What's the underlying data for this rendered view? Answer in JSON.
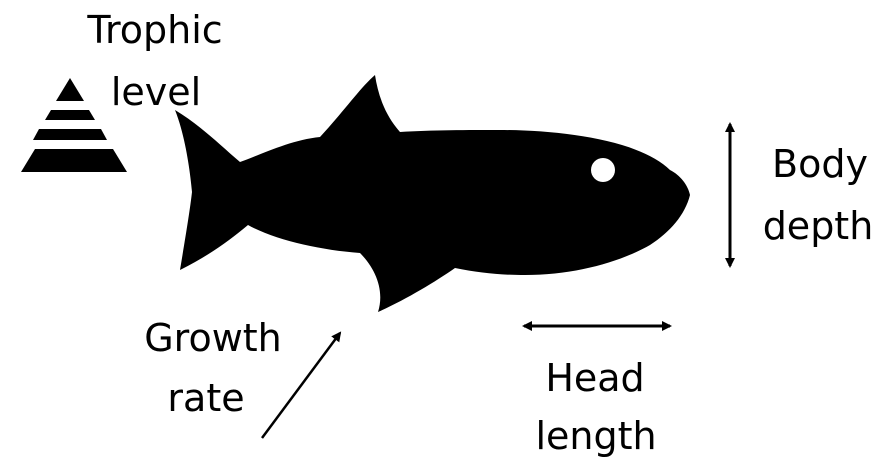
{
  "labels": {
    "trophic_level": [
      "Trophic",
      "level"
    ],
    "body_depth": [
      "Body",
      "depth"
    ],
    "growth_rate": [
      "Growth",
      "rate"
    ],
    "head_length": [
      "Head",
      "length"
    ]
  },
  "icons": {
    "fish": "fish-silhouette-icon",
    "pyramid": "trophic-pyramid-icon"
  },
  "colors": {
    "ink": "#000000",
    "background": "#ffffff"
  }
}
